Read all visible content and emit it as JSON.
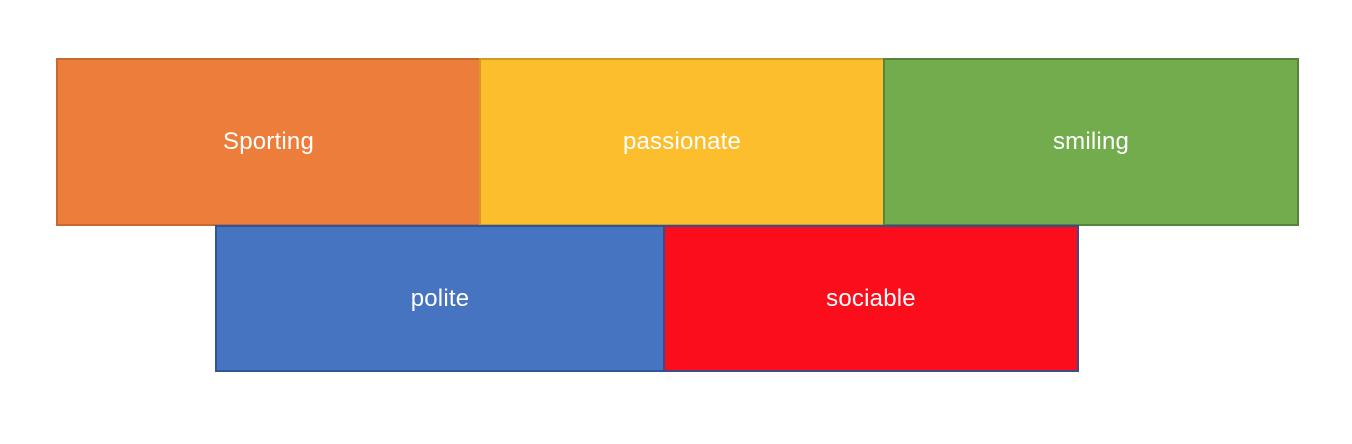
{
  "blocks": [
    {
      "id": "sporting",
      "label": "Sporting",
      "color": "#ED7D3A"
    },
    {
      "id": "passionate",
      "label": "passionate",
      "color": "#FCBE2D"
    },
    {
      "id": "smiling",
      "label": "smiling",
      "color": "#72AC4D"
    },
    {
      "id": "polite",
      "label": "polite",
      "color": "#4674C1"
    },
    {
      "id": "sociable",
      "label": "sociable",
      "color": "#FC0D1B"
    }
  ]
}
